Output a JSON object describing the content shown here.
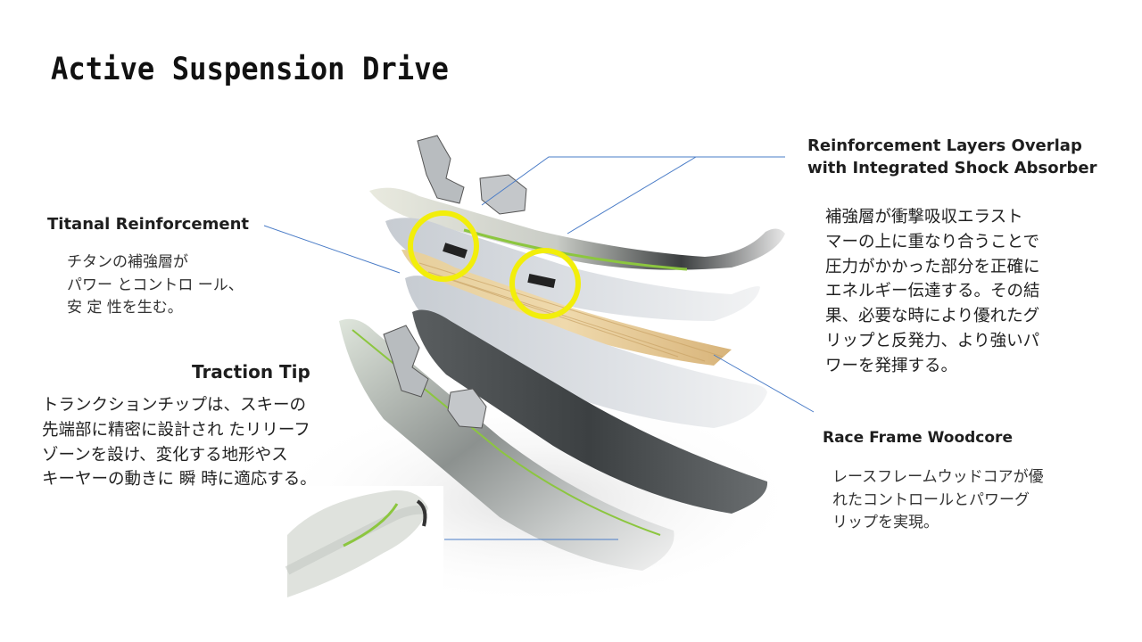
{
  "slide": {
    "title": "Active Suspension Drive",
    "callouts": {
      "reinforcement_layers": {
        "heading_line1": "Reinforcement Layers Overlap",
        "heading_line2": "with Integrated Shock Absorber",
        "body": "補強層が衝撃吸収エラスト\nマーの上に重なり合うことで\n圧力がかかった部分を正確に\nエネルギー伝達する。その結\n果、必要な時により優れたグ\nリップと反発力、より強いパ\nワーを発揮する。"
      },
      "titanal": {
        "heading": "Titanal Reinforcement",
        "body": "チタンの補強層が\nパワー とコントロ ール、\n安 定 性を生む。"
      },
      "traction_tip": {
        "heading": "Traction Tip",
        "body": "トランクションチップは、スキーの\n先端部に精密に設計され たリリーフ\nゾーンを設け、変化する地形やス\nキーヤーの動きに 瞬 時に適応する。"
      },
      "woodcore": {
        "heading": "Race Frame Woodcore",
        "body": "レースフレームウッドコアが優\nれたコントロールとパワーグ\nリップを実現。"
      }
    },
    "colors": {
      "leader_line": "#4a7cc7",
      "highlight_circle": "#f2ee0a",
      "green_accent": "#8cc63f",
      "wood": "#e3c48e"
    }
  }
}
